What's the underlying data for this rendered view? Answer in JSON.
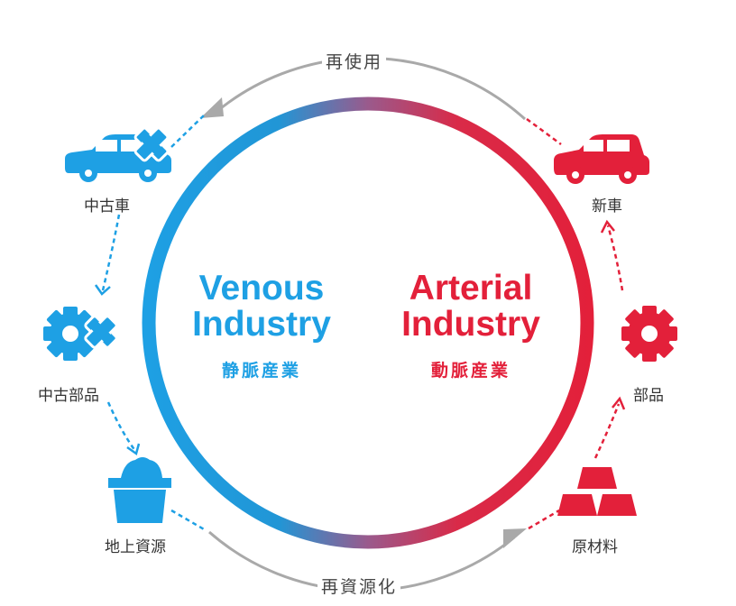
{
  "colors": {
    "venous": "#1ea0e4",
    "arterial": "#e3203a",
    "mid": "#9a5a8c",
    "arc": "#a9a9a9"
  },
  "arcs": {
    "top": "再使用",
    "bottom": "再資源化"
  },
  "venous": {
    "line1": "Venous",
    "line2": "Industry",
    "jp": "静脈産業"
  },
  "arterial": {
    "line1": "Arterial",
    "line2": "Industry",
    "jp": "動脈産業"
  },
  "nodes": {
    "used_car": {
      "label": "中古車",
      "icon": "car-with-x-icon"
    },
    "used_parts": {
      "label": "中古部品",
      "icon": "gear-with-x-icon"
    },
    "above_ground": {
      "label": "地上資源",
      "icon": "basket-icon"
    },
    "new_car": {
      "label": "新車",
      "icon": "car-icon"
    },
    "parts": {
      "label": "部品",
      "icon": "gear-icon"
    },
    "raw_material": {
      "label": "原材料",
      "icon": "ingot-stack-icon"
    }
  }
}
